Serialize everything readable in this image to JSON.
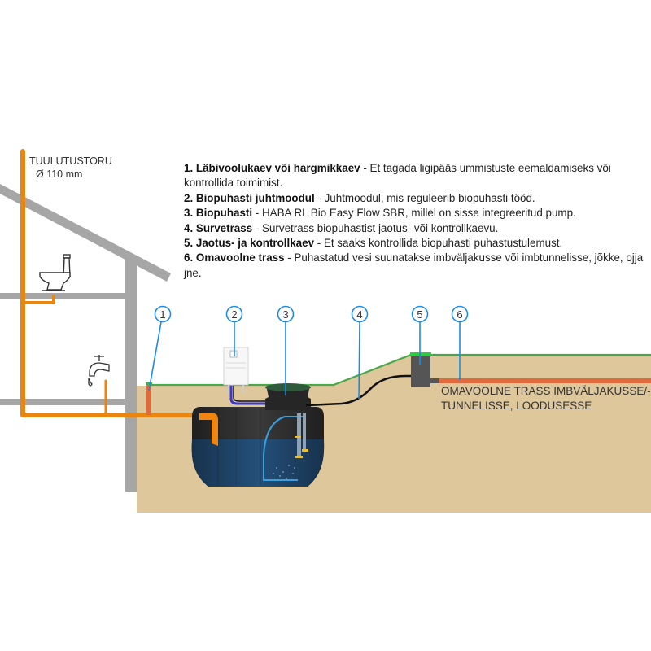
{
  "vent_pipe": {
    "label": "TUULUTUSTORU",
    "diameter": "Ø 110 mm"
  },
  "legend": [
    {
      "number": "1.",
      "title": "Läbivoolukaev või hargmikkaev",
      "separator": " - ",
      "text": "Et tagada ligipääs ummistuste eemaldamiseks või kontrollida toimimist."
    },
    {
      "number": "2.",
      "title": "Biopuhasti juhtmoodul",
      "separator": " - ",
      "text": "Juhtmoodul, mis reguleerib biopuhasti tööd."
    },
    {
      "number": "3.",
      "title": "Biopuhasti",
      "separator": " - ",
      "text": "HABA RL Bio Easy Flow SBR, millel on sisse integreeritud pump."
    },
    {
      "number": "4.",
      "title": "Survetrass",
      "separator": " - ",
      "text": "Survetrass biopuhastist jaotus- või kontrollkaevu."
    },
    {
      "number": "5.",
      "title": "Jaotus- ja kontrollkaev",
      "separator": " - ",
      "text": "Et saaks kontrollida biopuhasti puhastustulemust."
    },
    {
      "number": "6.",
      "title": "Omavoolne trass",
      "separator": " - ",
      "text": "Puhastatud vesi suunatakse imbväljakusse või imbtunnelisse, jõkke, ojja jne."
    }
  ],
  "markers": [
    "1",
    "2",
    "3",
    "4",
    "5",
    "6"
  ],
  "outflow_label": {
    "line1": "OMAVOOLNE TRASS IMBVÄLJAKUSSE/-",
    "line2": "TUNNELISSE, LOODUSESSE"
  },
  "colors": {
    "soil": "#dfc79c",
    "grass": "#4aa84a",
    "sewer_pipe": "#e8860f",
    "outflow_pipe": "#e06a3c",
    "house_structure": "#a6a6a6",
    "marker_line": "#1a8ce8",
    "tank_body": "#2d2d2d",
    "tank_water": "#1e4566",
    "pressure_pipe": "#111111",
    "cable": "#3a3ad0"
  }
}
